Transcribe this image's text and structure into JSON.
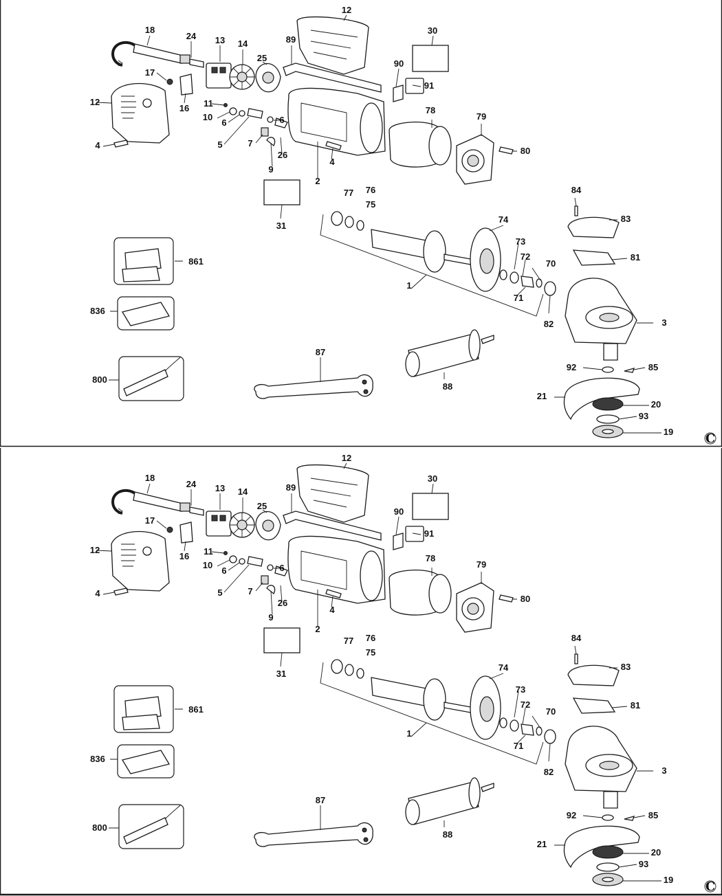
{
  "copyright_symbol": "C",
  "panels": [
    {
      "callouts": [
        "1",
        "2",
        "3",
        "4",
        "4",
        "5",
        "6",
        "6",
        "7",
        "9",
        "10",
        "11",
        "12",
        "12",
        "13",
        "14",
        "16",
        "17",
        "18",
        "19",
        "20",
        "21",
        "24",
        "25",
        "26",
        "30",
        "31",
        "70",
        "71",
        "72",
        "73",
        "74",
        "75",
        "76",
        "77",
        "78",
        "79",
        "80",
        "81",
        "82",
        "83",
        "84",
        "85",
        "87",
        "88",
        "89",
        "90",
        "91",
        "92",
        "93",
        "800",
        "836",
        "861"
      ]
    },
    {
      "callouts": [
        "1",
        "2",
        "3",
        "4",
        "4",
        "5",
        "6",
        "6",
        "7",
        "9",
        "10",
        "11",
        "12",
        "12",
        "13",
        "14",
        "16",
        "17",
        "18",
        "19",
        "20",
        "21",
        "24",
        "25",
        "26",
        "30",
        "31",
        "70",
        "71",
        "72",
        "73",
        "74",
        "75",
        "76",
        "77",
        "78",
        "79",
        "80",
        "81",
        "82",
        "83",
        "84",
        "85",
        "87",
        "88",
        "89",
        "90",
        "91",
        "92",
        "93",
        "800",
        "836",
        "861"
      ]
    }
  ]
}
